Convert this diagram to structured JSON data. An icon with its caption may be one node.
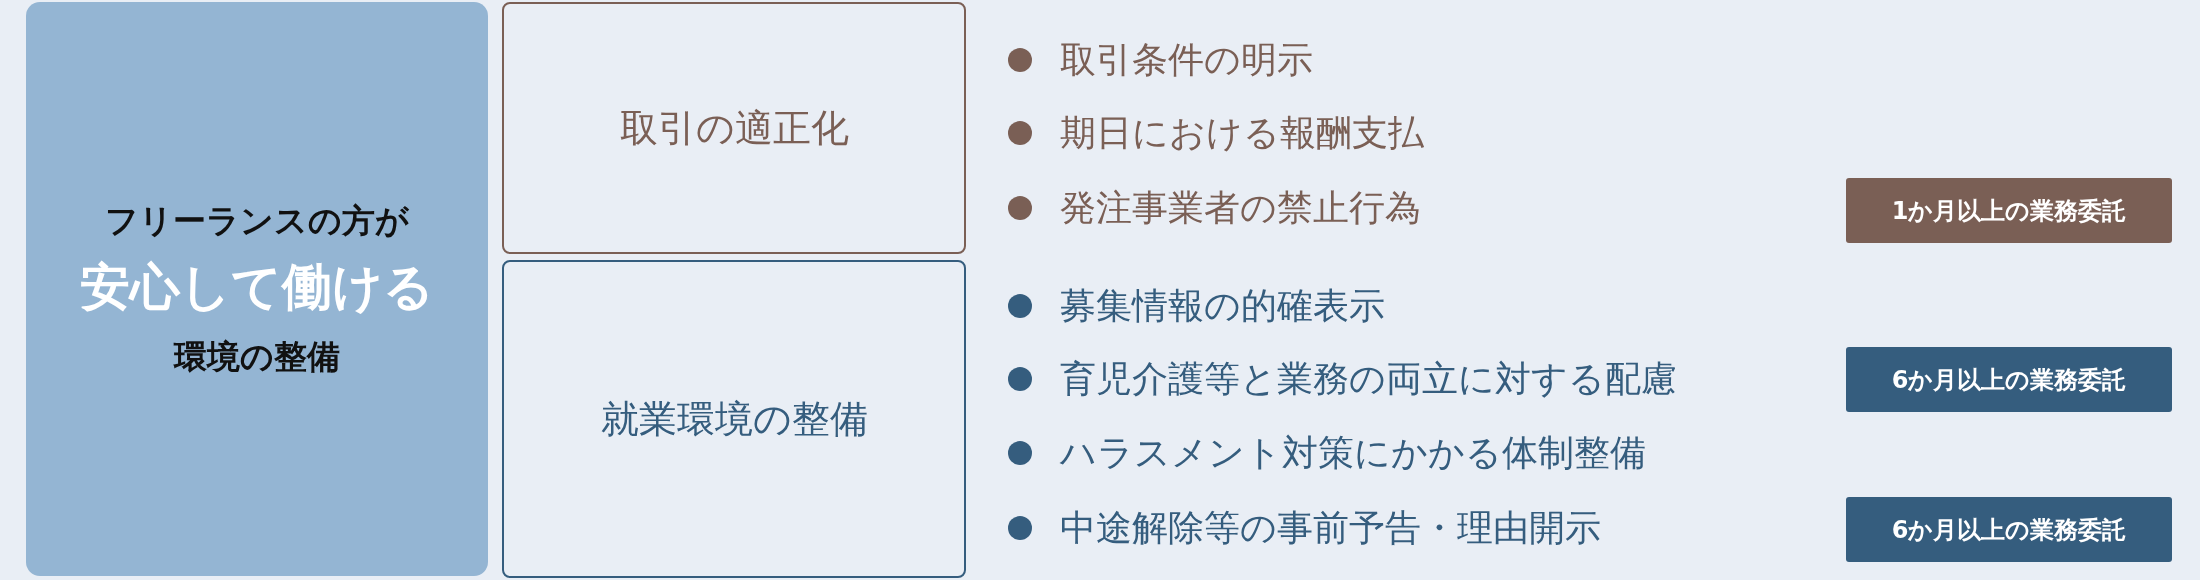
{
  "diagram": {
    "nodes": [
      {
        "text": [
          "フリーランスの方が",
          "安心して働ける",
          "環境の整備"
        ]
      },
      {
        "text": [
          "取引の適正化"
        ]
      },
      {
        "text": [
          "就業環境の整備"
        ]
      },
      {
        "text": [
          "1か月以上の業務委託"
        ]
      },
      {
        "text": [
          "6か月以上の業務委託"
        ]
      },
      {
        "text": [
          "6か月以上の業務委託"
        ]
      }
    ],
    "labels": [
      "取引条件の明示",
      "期日における報酬支払",
      "発注事業者の禁止行為",
      "募集情報の的確表示",
      "育児介護等と業務の両立に対する配慮",
      "ハラスメント対策にかかる体制整備",
      "中途解除等の事前予告・理由開示"
    ]
  }
}
